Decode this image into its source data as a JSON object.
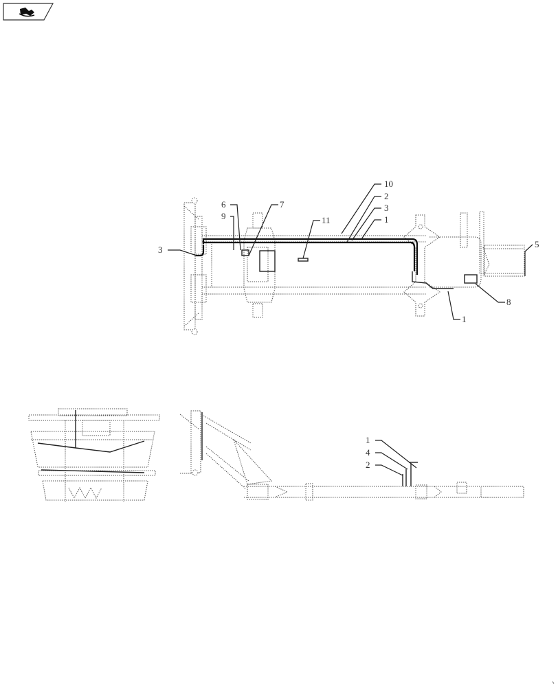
{
  "nav_badge": {
    "icon": "return-to-index-icon"
  },
  "top_view": {
    "callouts": [
      {
        "id": "c10",
        "label": "10"
      },
      {
        "id": "c2",
        "label": "2"
      },
      {
        "id": "c3",
        "label": "3"
      },
      {
        "id": "c1a",
        "label": "1"
      },
      {
        "id": "c7",
        "label": "7"
      },
      {
        "id": "c6",
        "label": "6"
      },
      {
        "id": "c9",
        "label": "9"
      },
      {
        "id": "c11",
        "label": "11"
      },
      {
        "id": "c3b",
        "label": "3"
      },
      {
        "id": "c5",
        "label": "5"
      },
      {
        "id": "c8",
        "label": "8"
      },
      {
        "id": "c1b",
        "label": "1"
      }
    ]
  },
  "side_view": {
    "callouts": [
      {
        "id": "s1",
        "label": "1"
      },
      {
        "id": "s4",
        "label": "4"
      },
      {
        "id": "s2",
        "label": "2"
      }
    ]
  },
  "colors": {
    "line": "#222222",
    "dotted": "#555555",
    "background": "#ffffff"
  }
}
